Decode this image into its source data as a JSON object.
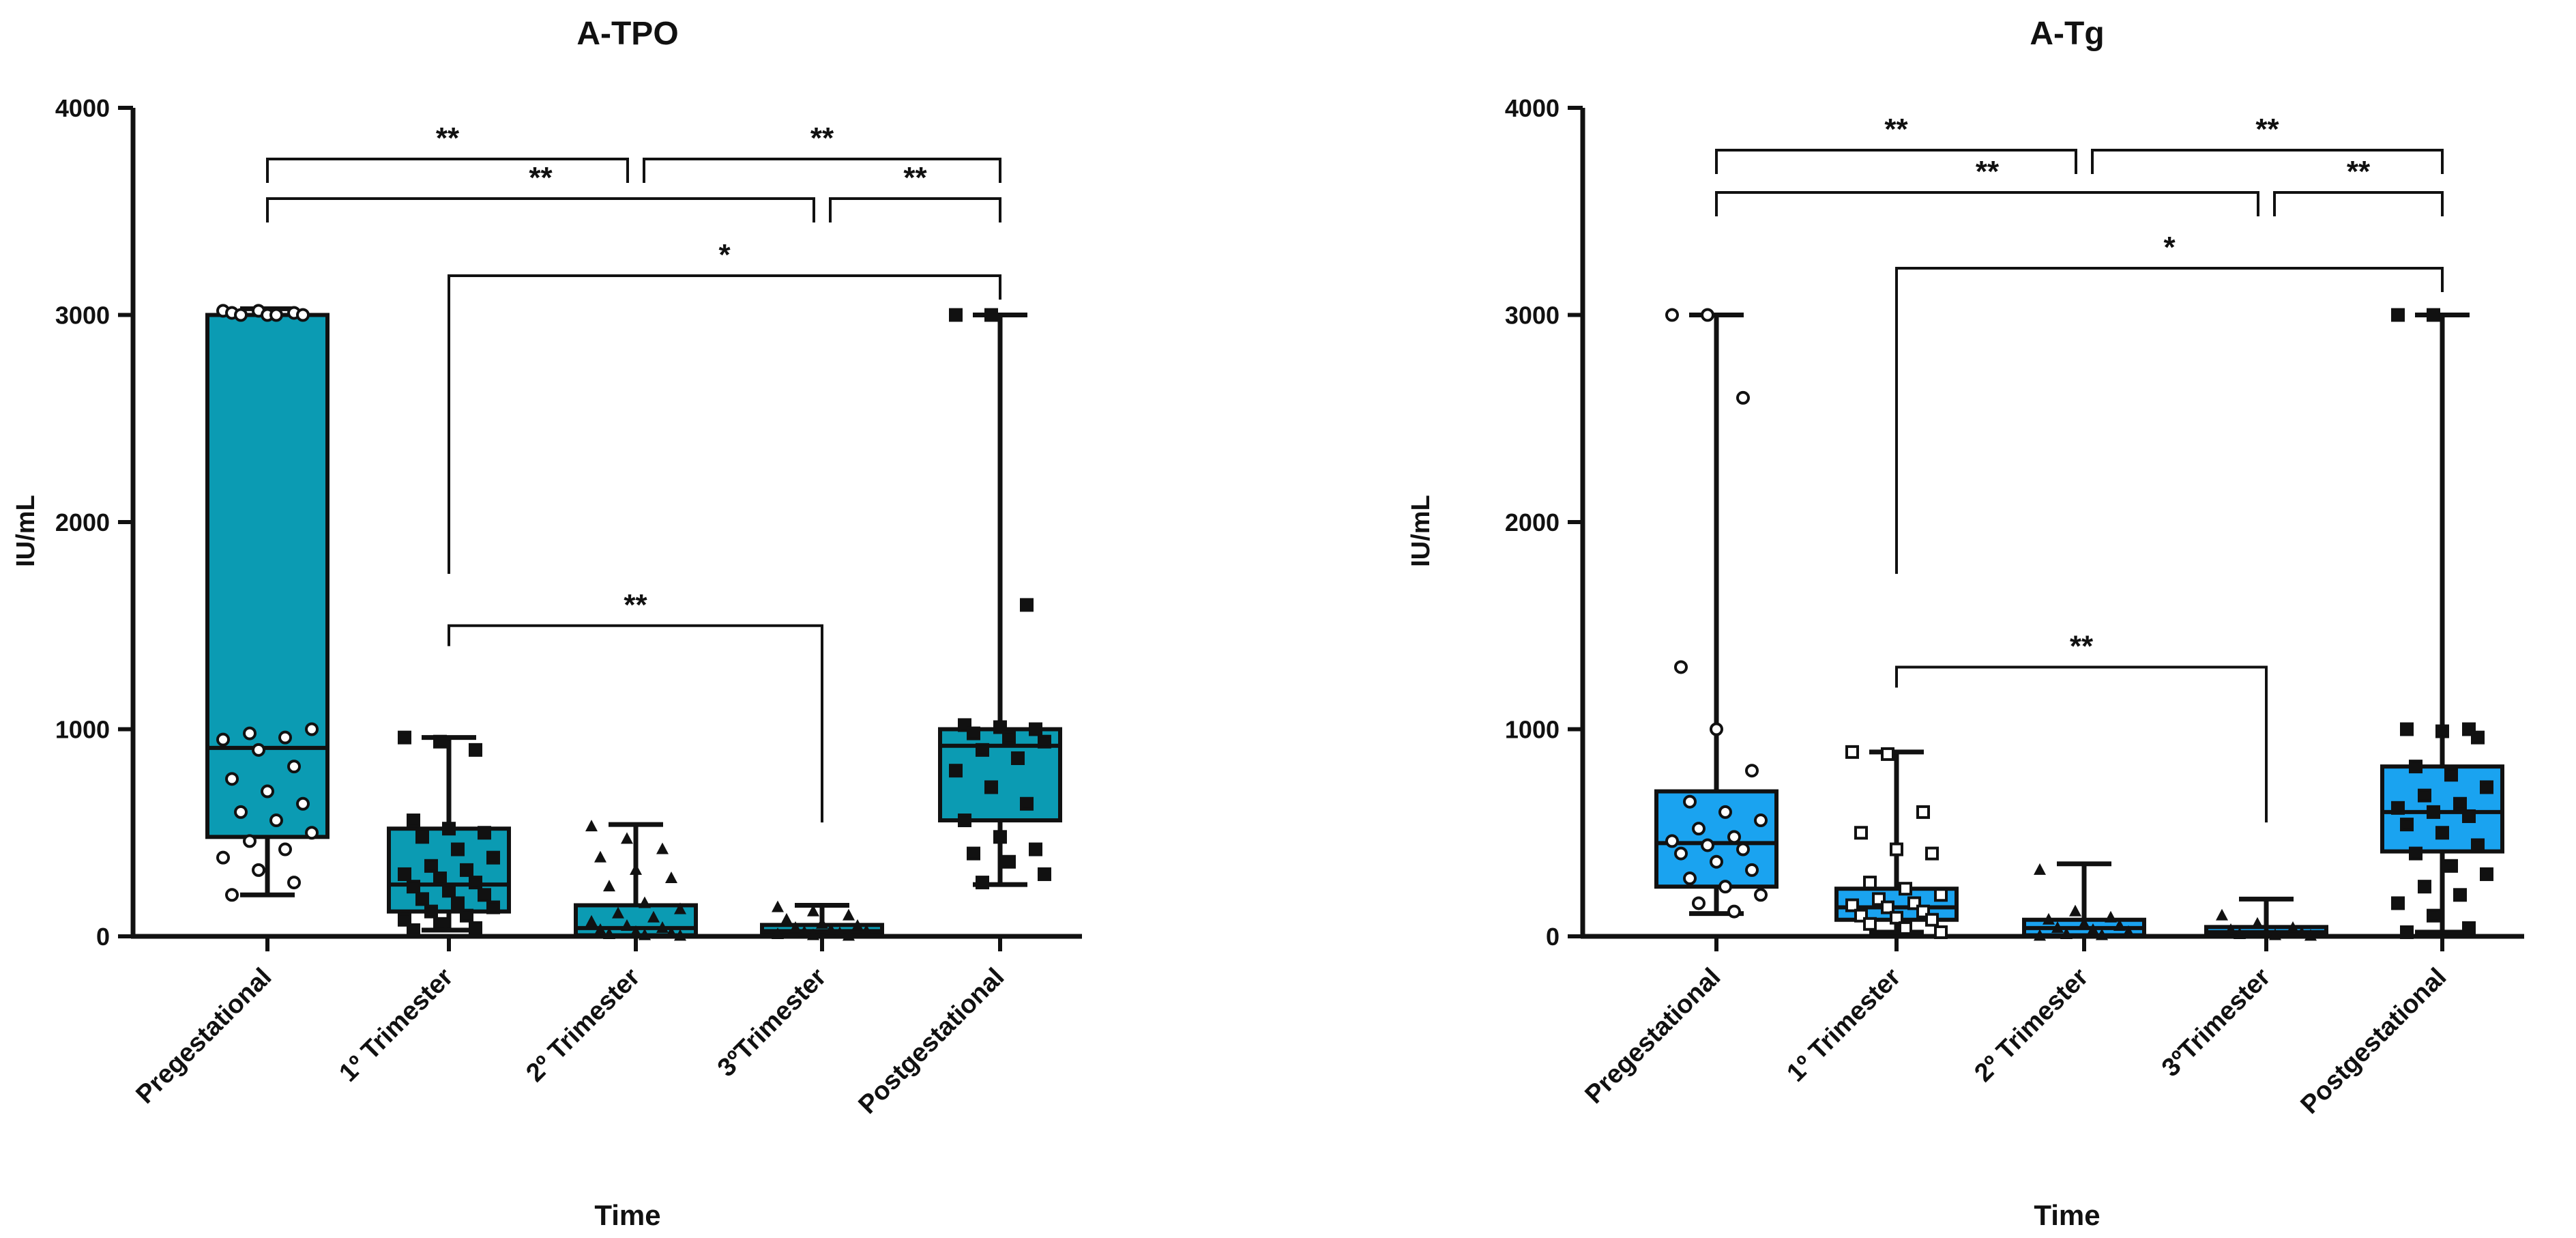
{
  "chart_data": [
    {
      "type": "box",
      "title": "A-TPO",
      "xlabel": "Time",
      "ylabel": "IU/mL",
      "ylim": [
        0,
        4000
      ],
      "yticks": [
        "0",
        "1000",
        "2000",
        "3000",
        "4000"
      ],
      "categories": [
        "Pregestational",
        "1º Trimester",
        "2º Trimester",
        "3ºTrimester",
        "Postgestational"
      ],
      "fill_color": "#0b9bb3",
      "marker_shapes": [
        "circle-open",
        "square",
        "triangle",
        "triangle",
        "square"
      ],
      "boxes": [
        {
          "min": 200,
          "q1": 480,
          "median": 910,
          "q3": 3000,
          "max": 3030,
          "points": [
            3020,
            3020,
            3010,
            3010,
            3000,
            3000,
            3000,
            3000,
            1000,
            980,
            960,
            950,
            900,
            820,
            760,
            700,
            640,
            600,
            560,
            500,
            460,
            420,
            380,
            320,
            260,
            200
          ]
        },
        {
          "min": 30,
          "q1": 120,
          "median": 250,
          "q3": 520,
          "max": 960,
          "points": [
            960,
            940,
            900,
            560,
            520,
            500,
            480,
            420,
            380,
            340,
            320,
            300,
            280,
            260,
            240,
            220,
            200,
            180,
            160,
            140,
            120,
            100,
            80,
            60,
            40,
            30
          ]
        },
        {
          "min": 0,
          "q1": 5,
          "median": 40,
          "q3": 150,
          "max": 540,
          "points": [
            530,
            470,
            420,
            380,
            320,
            280,
            240,
            160,
            130,
            110,
            90,
            70,
            50,
            40,
            30,
            20,
            15,
            10,
            5,
            2
          ]
        },
        {
          "min": 0,
          "q1": 10,
          "median": 25,
          "q3": 55,
          "max": 150,
          "points": [
            140,
            120,
            100,
            80,
            60,
            50,
            40,
            30,
            25,
            20,
            15,
            10,
            5,
            2
          ]
        },
        {
          "min": 250,
          "q1": 560,
          "median": 920,
          "q3": 1000,
          "max": 3000,
          "points": [
            3000,
            3000,
            1600,
            1020,
            1010,
            1000,
            980,
            960,
            940,
            900,
            860,
            800,
            720,
            640,
            560,
            480,
            420,
            400,
            360,
            300,
            260
          ]
        }
      ],
      "brackets": [
        {
          "from": 0,
          "to": 2,
          "label": "**"
        },
        {
          "from": 2,
          "to": 4,
          "label": "**"
        },
        {
          "from": 0,
          "to": 3,
          "label": "**"
        },
        {
          "from": 3,
          "to": 4,
          "label": "**"
        },
        {
          "from": 1,
          "to": 4,
          "label": "*"
        },
        {
          "from": 1,
          "to": 3,
          "label": "**"
        }
      ]
    },
    {
      "type": "box",
      "title": "A-Tg",
      "xlabel": "Time",
      "ylabel": "IU/mL",
      "ylim": [
        0,
        4000
      ],
      "yticks": [
        "0",
        "1000",
        "2000",
        "3000",
        "4000"
      ],
      "categories": [
        "Pregestational",
        "1º Trimester",
        "2º Trimester",
        "3ºTrimester",
        "Postgestational"
      ],
      "fill_color": "#1aa3f0",
      "marker_shapes": [
        "circle-open",
        "square-open",
        "triangle",
        "triangle",
        "square"
      ],
      "boxes": [
        {
          "min": 110,
          "q1": 240,
          "median": 450,
          "q3": 700,
          "max": 3000,
          "points": [
            3000,
            3000,
            2600,
            1300,
            1000,
            800,
            650,
            600,
            560,
            520,
            480,
            460,
            440,
            420,
            400,
            360,
            320,
            280,
            240,
            200,
            160,
            120
          ]
        },
        {
          "min": 20,
          "q1": 80,
          "median": 140,
          "q3": 230,
          "max": 890,
          "points": [
            890,
            880,
            600,
            500,
            420,
            400,
            260,
            230,
            200,
            180,
            160,
            150,
            140,
            120,
            100,
            90,
            80,
            60,
            40,
            20
          ]
        },
        {
          "min": 0,
          "q1": 5,
          "median": 40,
          "q3": 80,
          "max": 350,
          "points": [
            320,
            120,
            90,
            80,
            60,
            50,
            40,
            30,
            20,
            10,
            5,
            2
          ]
        },
        {
          "min": 0,
          "q1": 5,
          "median": 20,
          "q3": 45,
          "max": 180,
          "points": [
            100,
            60,
            40,
            30,
            20,
            15,
            10,
            5,
            2
          ]
        },
        {
          "min": 20,
          "q1": 410,
          "median": 600,
          "q3": 820,
          "max": 3000,
          "points": [
            3000,
            3000,
            1000,
            1000,
            990,
            960,
            820,
            780,
            720,
            680,
            640,
            620,
            600,
            580,
            540,
            500,
            440,
            400,
            340,
            300,
            240,
            200,
            160,
            100,
            40,
            20
          ]
        }
      ],
      "brackets": [
        {
          "from": 0,
          "to": 2,
          "label": "**"
        },
        {
          "from": 2,
          "to": 4,
          "label": "**"
        },
        {
          "from": 0,
          "to": 3,
          "label": "**"
        },
        {
          "from": 3,
          "to": 4,
          "label": "**"
        },
        {
          "from": 1,
          "to": 4,
          "label": "*"
        },
        {
          "from": 1,
          "to": 3,
          "label": "**"
        }
      ]
    }
  ]
}
